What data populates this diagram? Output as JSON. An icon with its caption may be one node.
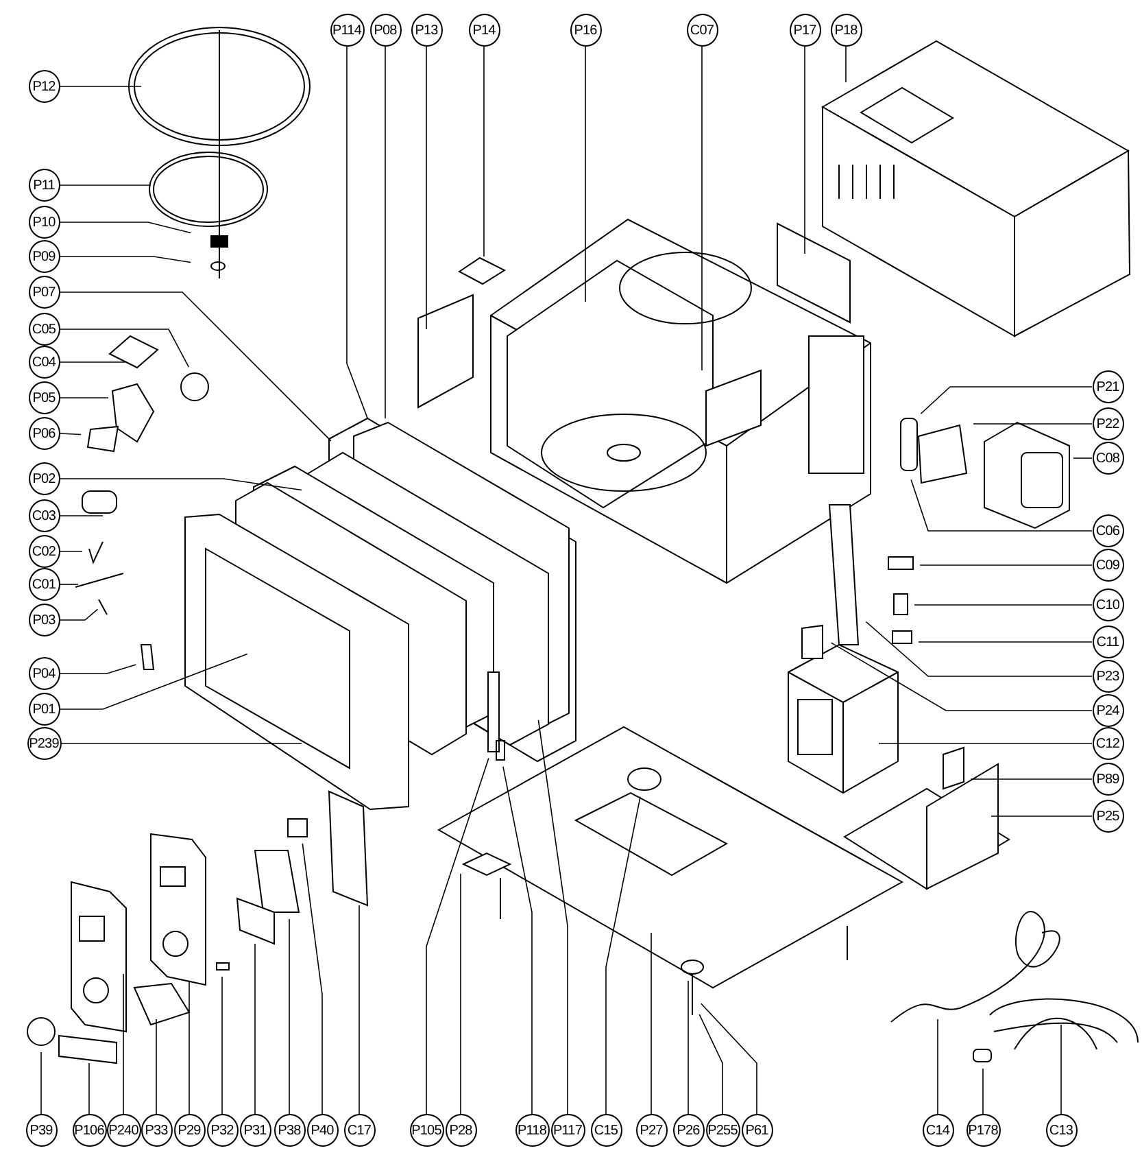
{
  "diagram": {
    "nodes": [
      {
        "text": [
          "P12"
        ]
      },
      {
        "text": [
          "P11"
        ]
      },
      {
        "text": [
          "P10"
        ]
      },
      {
        "text": [
          "P09"
        ]
      },
      {
        "text": [
          "P07"
        ]
      },
      {
        "text": [
          "C05"
        ]
      },
      {
        "text": [
          "C04"
        ]
      },
      {
        "text": [
          "P05"
        ]
      },
      {
        "text": [
          "P06"
        ]
      },
      {
        "text": [
          "P02"
        ]
      },
      {
        "text": [
          "C03"
        ]
      },
      {
        "text": [
          "C02"
        ]
      },
      {
        "text": [
          "C01"
        ]
      },
      {
        "text": [
          "P03"
        ]
      },
      {
        "text": [
          "P04"
        ]
      },
      {
        "text": [
          "P01"
        ]
      },
      {
        "text": [
          "P239"
        ]
      },
      {
        "text": [
          "P114"
        ]
      },
      {
        "text": [
          "P08"
        ]
      },
      {
        "text": [
          "P13"
        ]
      },
      {
        "text": [
          "P14"
        ]
      },
      {
        "text": [
          "P16"
        ]
      },
      {
        "text": [
          "C07"
        ]
      },
      {
        "text": [
          "P17"
        ]
      },
      {
        "text": [
          "P18"
        ]
      },
      {
        "text": [
          "P21"
        ]
      },
      {
        "text": [
          "P22"
        ]
      },
      {
        "text": [
          "C08"
        ]
      },
      {
        "text": [
          "C06"
        ]
      },
      {
        "text": [
          "C09"
        ]
      },
      {
        "text": [
          "C10"
        ]
      },
      {
        "text": [
          "C11"
        ]
      },
      {
        "text": [
          "P23"
        ]
      },
      {
        "text": [
          "P24"
        ]
      },
      {
        "text": [
          "C12"
        ]
      },
      {
        "text": [
          "P89"
        ]
      },
      {
        "text": [
          "P25"
        ]
      },
      {
        "text": [
          "P39"
        ]
      },
      {
        "text": [
          "P106"
        ]
      },
      {
        "text": [
          "P240"
        ]
      },
      {
        "text": [
          "P33"
        ]
      },
      {
        "text": [
          "P29"
        ]
      },
      {
        "text": [
          "P32"
        ]
      },
      {
        "text": [
          "P31"
        ]
      },
      {
        "text": [
          "P38"
        ]
      },
      {
        "text": [
          "P40"
        ]
      },
      {
        "text": [
          "C17"
        ]
      },
      {
        "text": [
          "P105"
        ]
      },
      {
        "text": [
          "P28"
        ]
      },
      {
        "text": [
          "P118"
        ]
      },
      {
        "text": [
          "P117"
        ]
      },
      {
        "text": [
          "C15"
        ]
      },
      {
        "text": [
          "P27"
        ]
      },
      {
        "text": [
          "P26"
        ]
      },
      {
        "text": [
          "P255"
        ]
      },
      {
        "text": [
          "P61"
        ]
      },
      {
        "text": [
          "C14"
        ]
      },
      {
        "text": [
          "P178"
        ]
      },
      {
        "text": [
          "C13"
        ]
      }
    ],
    "edges": [
      {
        "from": 0,
        "to": null,
        "arrow": "none"
      },
      {
        "from": 1,
        "to": null,
        "arrow": "none"
      },
      {
        "from": 2,
        "to": null,
        "arrow": "none"
      },
      {
        "from": 3,
        "to": null,
        "arrow": "none"
      },
      {
        "from": 4,
        "to": null,
        "arrow": "none"
      },
      {
        "from": 5,
        "to": null,
        "arrow": "none"
      },
      {
        "from": 6,
        "to": null,
        "arrow": "none"
      },
      {
        "from": 7,
        "to": null,
        "arrow": "none"
      },
      {
        "from": 8,
        "to": null,
        "arrow": "none"
      },
      {
        "from": 9,
        "to": null,
        "arrow": "none"
      },
      {
        "from": 10,
        "to": null,
        "arrow": "none"
      },
      {
        "from": 11,
        "to": null,
        "arrow": "none"
      },
      {
        "from": 12,
        "to": null,
        "arrow": "none"
      },
      {
        "from": 13,
        "to": null,
        "arrow": "none"
      },
      {
        "from": 14,
        "to": null,
        "arrow": "none"
      },
      {
        "from": 15,
        "to": null,
        "arrow": "none"
      },
      {
        "from": 16,
        "to": null,
        "arrow": "none"
      },
      {
        "from": 17,
        "to": null,
        "arrow": "none"
      },
      {
        "from": 18,
        "to": null,
        "arrow": "none"
      },
      {
        "from": 19,
        "to": null,
        "arrow": "none"
      },
      {
        "from": 20,
        "to": null,
        "arrow": "none"
      },
      {
        "from": 21,
        "to": null,
        "arrow": "none"
      },
      {
        "from": 22,
        "to": null,
        "arrow": "none"
      },
      {
        "from": 23,
        "to": null,
        "arrow": "none"
      },
      {
        "from": 24,
        "to": null,
        "arrow": "none"
      },
      {
        "from": 25,
        "to": null,
        "arrow": "none"
      },
      {
        "from": 26,
        "to": null,
        "arrow": "none"
      },
      {
        "from": 27,
        "to": null,
        "arrow": "none"
      },
      {
        "from": 28,
        "to": null,
        "arrow": "none"
      },
      {
        "from": 29,
        "to": null,
        "arrow": "none"
      },
      {
        "from": 30,
        "to": null,
        "arrow": "none"
      },
      {
        "from": 31,
        "to": null,
        "arrow": "none"
      },
      {
        "from": 32,
        "to": null,
        "arrow": "none"
      },
      {
        "from": 33,
        "to": null,
        "arrow": "none"
      },
      {
        "from": 34,
        "to": null,
        "arrow": "none"
      },
      {
        "from": 35,
        "to": null,
        "arrow": "none"
      },
      {
        "from": 36,
        "to": null,
        "arrow": "none"
      },
      {
        "from": 37,
        "to": null,
        "arrow": "none"
      },
      {
        "from": 38,
        "to": null,
        "arrow": "none"
      },
      {
        "from": 39,
        "to": null,
        "arrow": "none"
      },
      {
        "from": 40,
        "to": null,
        "arrow": "none"
      },
      {
        "from": 41,
        "to": null,
        "arrow": "none"
      },
      {
        "from": 42,
        "to": null,
        "arrow": "none"
      },
      {
        "from": 43,
        "to": null,
        "arrow": "none"
      },
      {
        "from": 44,
        "to": null,
        "arrow": "none"
      },
      {
        "from": 45,
        "to": null,
        "arrow": "none"
      },
      {
        "from": 46,
        "to": null,
        "arrow": "none"
      },
      {
        "from": 47,
        "to": null,
        "arrow": "none"
      },
      {
        "from": 48,
        "to": null,
        "arrow": "none"
      },
      {
        "from": 49,
        "to": null,
        "arrow": "none"
      },
      {
        "from": 50,
        "to": null,
        "arrow": "none"
      },
      {
        "from": 51,
        "to": null,
        "arrow": "none"
      },
      {
        "from": 52,
        "to": null,
        "arrow": "none"
      },
      {
        "from": 53,
        "to": null,
        "arrow": "none"
      },
      {
        "from": 54,
        "to": null,
        "arrow": "none"
      },
      {
        "from": 55,
        "to": null,
        "arrow": "none"
      },
      {
        "from": 56,
        "to": null,
        "arrow": "none"
      },
      {
        "from": 57,
        "to": null,
        "arrow": "none"
      },
      {
        "from": 58,
        "to": null,
        "arrow": "none"
      }
    ]
  }
}
